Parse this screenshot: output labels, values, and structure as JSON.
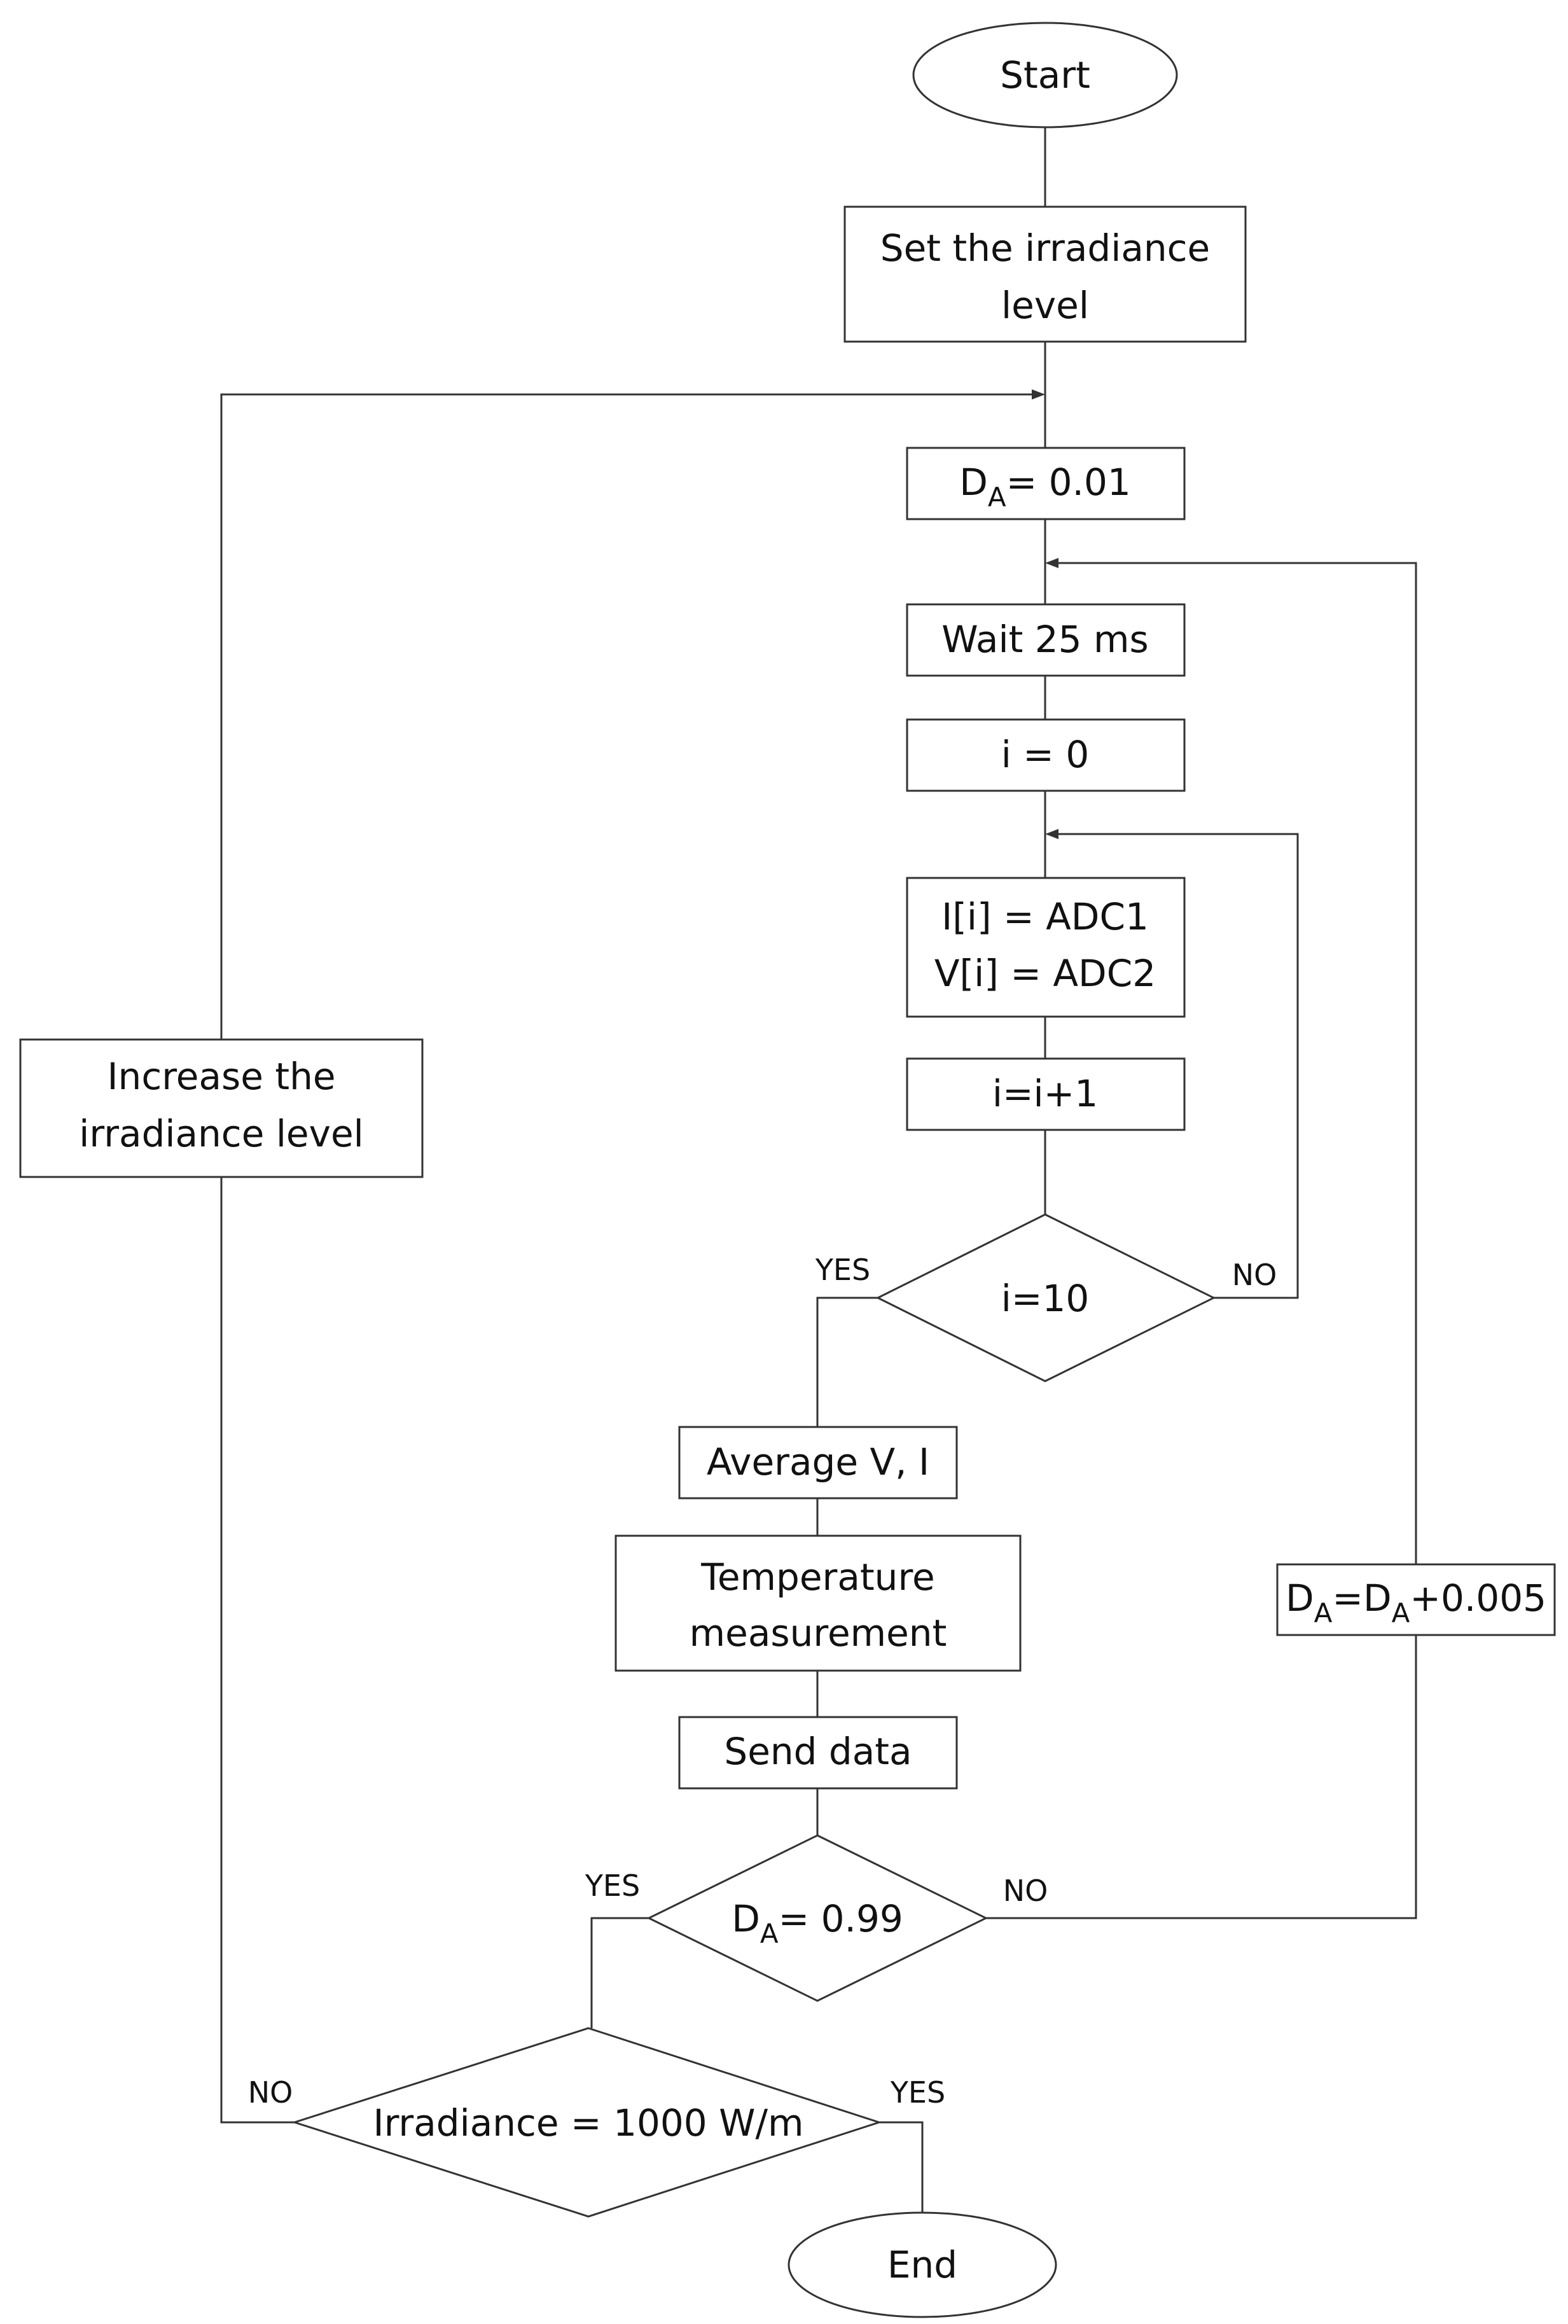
{
  "nodes": {
    "start": "Start",
    "set_irradiance": [
      "Set the irradiance",
      "level"
    ],
    "da_init": {
      "base": "D",
      "sub": "A",
      "rest": "= 0.01"
    },
    "wait": "Wait 25 ms",
    "i_zero": "i = 0",
    "read_adc": [
      "I[i] = ADC1",
      "V[i] = ADC2"
    ],
    "i_increment": "i=i+1",
    "i_check": "i=10",
    "average": "Average V, I",
    "temperature": [
      "Temperature",
      "measurement"
    ],
    "send_data": "Send data",
    "da_check": {
      "base": "D",
      "sub": "A",
      "rest": "= 0.99"
    },
    "da_increment": {
      "base": "D",
      "sub": "A",
      "eq": "=D",
      "sub2": "A",
      "rest": "+0.005"
    },
    "increase_irradiance": [
      "Increase the",
      "irradiance level"
    ],
    "irradiance_check": "Irradiance = 1000 W/m",
    "end": "End"
  },
  "labels": {
    "i_check_yes": "YES",
    "i_check_no": "NO",
    "da_check_yes": "YES",
    "da_check_no": "NO",
    "irr_check_no": "NO",
    "irr_check_yes": "YES"
  }
}
